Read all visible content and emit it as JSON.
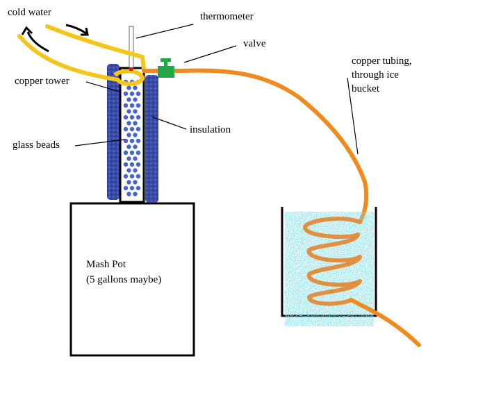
{
  "labels": {
    "cold_water": "cold water",
    "thermometer": "thermometer",
    "valve": "valve",
    "copper_tower": "copper tower",
    "insulation": "insulation",
    "glass_beads": "glass beads",
    "copper_tubing": [
      "copper tubing,",
      "through ice",
      "bucket"
    ],
    "mash_pot": [
      "Mash Pot",
      "(5 gallons maybe)"
    ]
  },
  "colors": {
    "water_line": "#F5C518",
    "copper": "#F08A1C",
    "valve": "#22A84A",
    "insulation": "#3A4AA8",
    "beads": "#4466CC",
    "ice": "#33BBCC",
    "outline": "#000000"
  }
}
